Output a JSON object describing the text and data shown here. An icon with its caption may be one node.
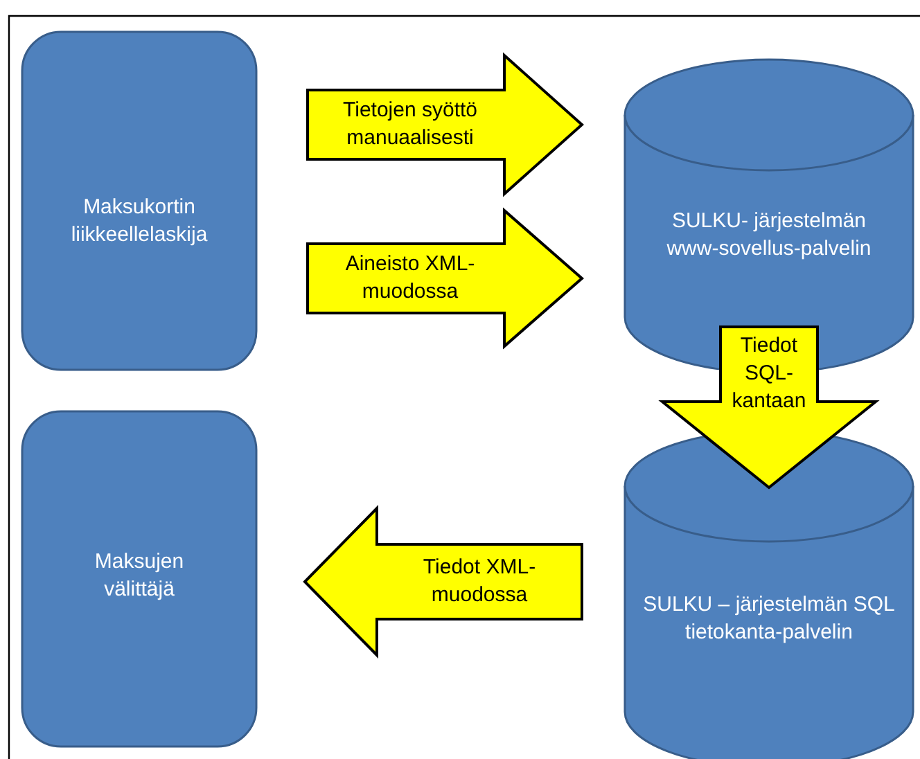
{
  "diagram": {
    "nodes": [
      {
        "text": [
          "Maksukortin liikkeellelaskija"
        ]
      },
      {
        "text": [
          "SULKU- järjestelmän www-sovellus-palvelin"
        ]
      },
      {
        "text": [
          "Maksujen välittäjä"
        ]
      },
      {
        "text": [
          "SULKU – järjestelmän SQL tietokanta-palvelin"
        ]
      }
    ],
    "edges": [
      {
        "from": 0,
        "to": 1,
        "arrow": "to",
        "label": "Tietojen syöttö manuaalisesti"
      },
      {
        "from": 0,
        "to": 1,
        "arrow": "to",
        "label": "Aineisto XML-muodossa"
      },
      {
        "from": 1,
        "to": 3,
        "arrow": "to",
        "label": "Tiedot SQL-kantaan"
      },
      {
        "from": 3,
        "to": 2,
        "arrow": "to",
        "label": "Tiedot XML-muodossa"
      }
    ]
  }
}
